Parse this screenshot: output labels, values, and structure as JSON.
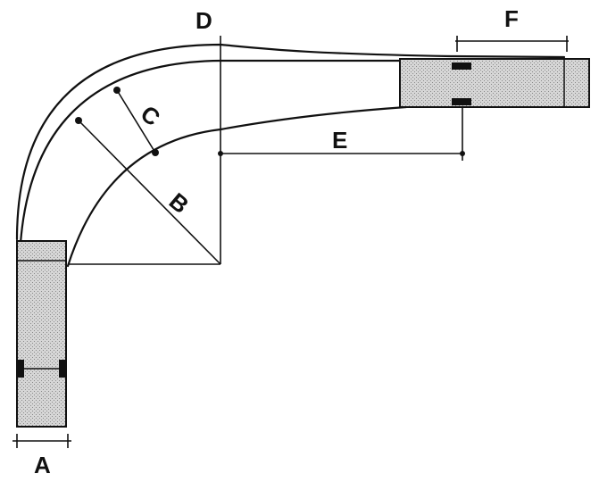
{
  "labels": {
    "a": "A",
    "b": "B",
    "c": "C",
    "d": "D",
    "e": "E",
    "f": "F"
  },
  "colors": {
    "line": "#111111",
    "vehicle_fill": "#d6d6d6",
    "axle": "#111111",
    "background": "#ffffff"
  }
}
